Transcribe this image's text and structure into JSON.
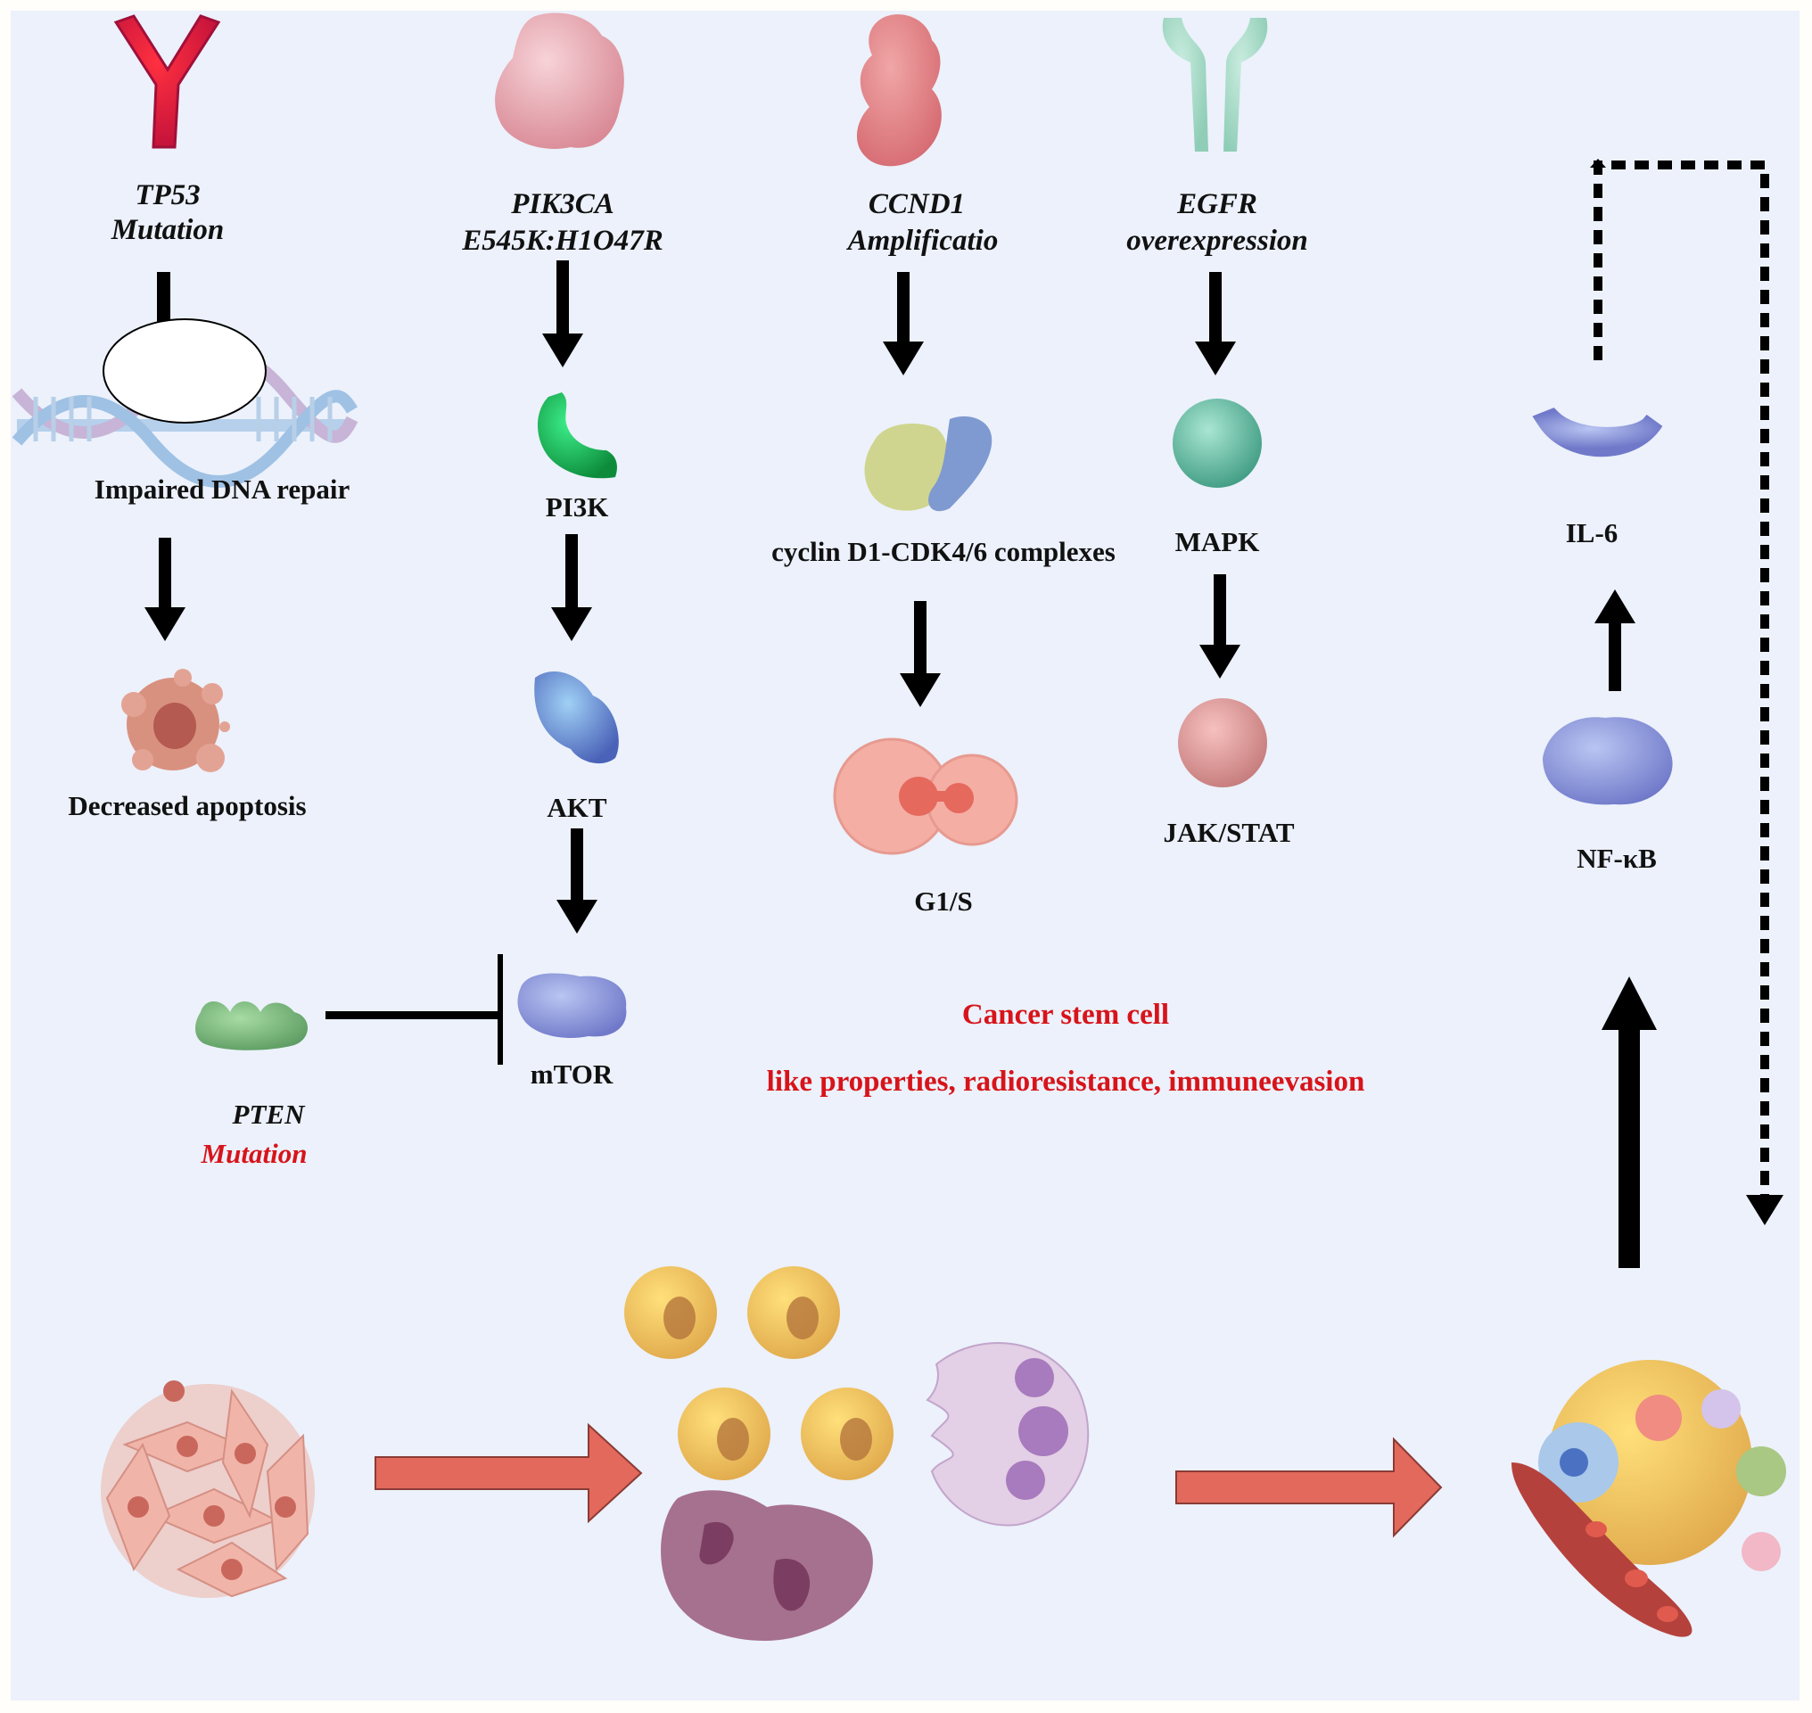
{
  "figure": {
    "colors": {
      "background": "#ecf1fb",
      "text": "#111111",
      "highlight": "#d7141a",
      "arrow": "#000000",
      "block_arrow": "#e2695c"
    },
    "tp53": {
      "gene": "TP53",
      "event": "Mutation",
      "effect": "Impaired DNA repair",
      "outcome": "Decreased apoptosis"
    },
    "pik3ca": {
      "gene": "PIK3CA",
      "event": "E545K:H1O47R",
      "step1": "PI3K",
      "step2": "AKT",
      "step3": "mTOR"
    },
    "pten": {
      "gene": "PTEN",
      "event": "Mutation"
    },
    "ccnd1": {
      "gene": "CCND1",
      "event": "Amplificatio",
      "step1": "cyclin D1-CDK4/6 complexes",
      "step2": "G1/S"
    },
    "egfr": {
      "gene": "EGFR",
      "event": "overexpression",
      "step1": "MAPK",
      "step2": "JAK/STAT"
    },
    "inflammation": {
      "cytokine": "IL-6",
      "factor": "NF-κB"
    },
    "summary": {
      "line1": "Cancer stem cell",
      "line2": "like properties, radioresistance, immuneevasion"
    },
    "bottom_row": [
      "tumor-cell-cluster",
      "immune-cell-interaction",
      "tumor-microenvironment"
    ]
  }
}
